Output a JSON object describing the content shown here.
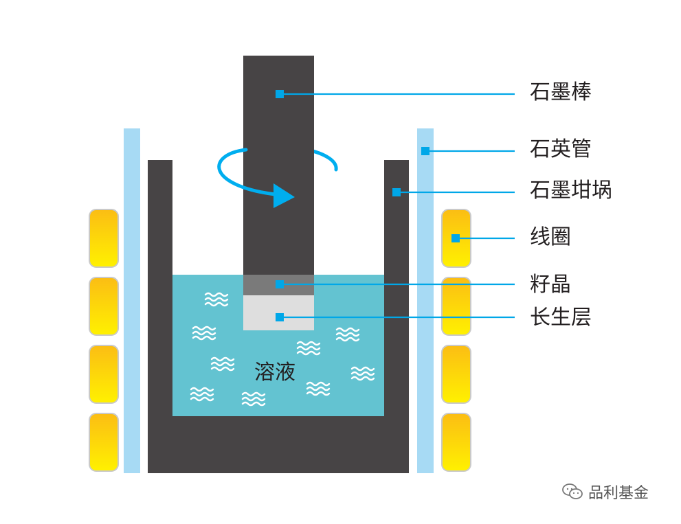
{
  "labels": {
    "graphite_rod": "石墨棒",
    "quartz_tube": "石英管",
    "graphite_crucible": "石墨坩埚",
    "coil": "线圈",
    "seed_crystal": "籽晶",
    "growth_layer": "长生层",
    "solution": "溶液"
  },
  "watermark": "品利基金",
  "colors": {
    "graphite": "#474445",
    "quartz": "#a7daf4",
    "solution": "#63c3d1",
    "seed": "#7a7a7a",
    "growth": "#dedede",
    "coil_top": "#fbbd14",
    "coil_bottom": "#fff100",
    "accent": "#00a7e8"
  }
}
